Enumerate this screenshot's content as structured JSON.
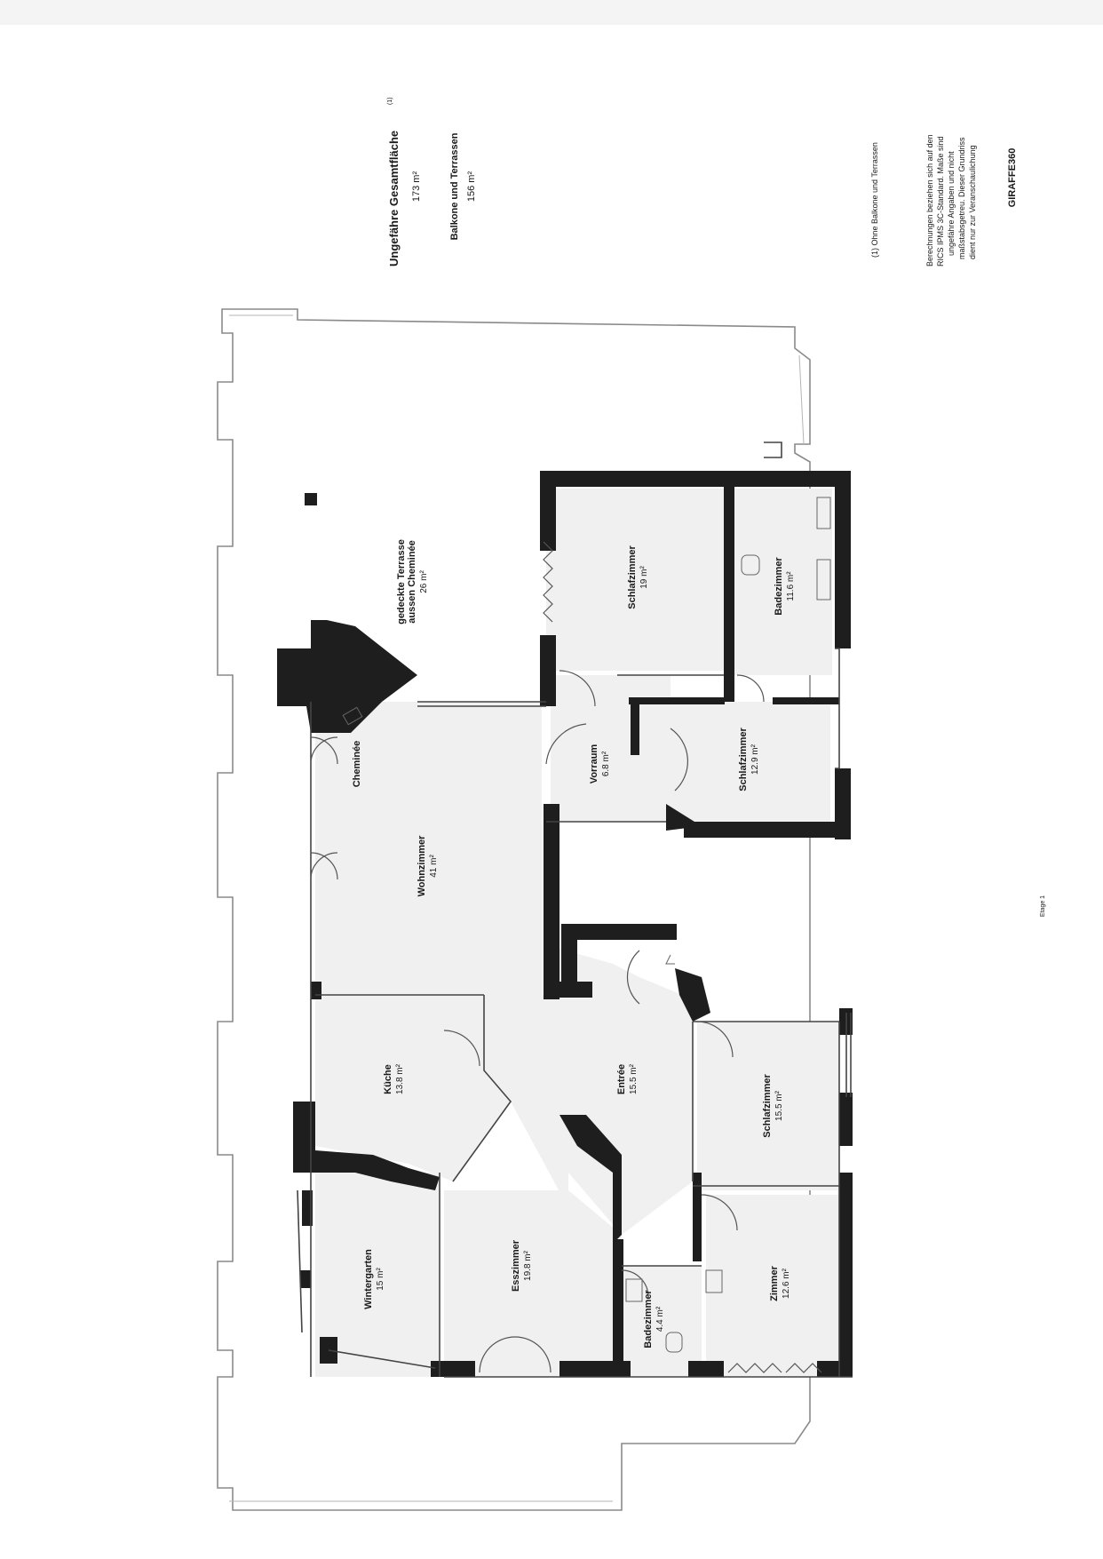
{
  "summary": {
    "total_title": "Ungefähre Gesamtfläche",
    "total_footnote_mark": "(1)",
    "total_value": "173 m²",
    "balcony_title": "Balkone und Terrassen",
    "balcony_value": "156 m²"
  },
  "footnote": "(1) Ohne Balkone und Terrassen",
  "disclaimer": {
    "line1": "Berechnungen beziehen sich auf den",
    "line2": "RICS IPMS 3C-Standard. Maße sind",
    "line3": "ungefähre Angaben und nicht",
    "line4": "maßstabsgetreu. Dieser Grundriss",
    "line5": "dient nur zur Veranschaulichung"
  },
  "brand": "GIRAFFE360",
  "page_label": "Etage 1",
  "rooms": {
    "terrasse": {
      "name1": "gedeckte Terrasse",
      "name2": "aussen Cheminée",
      "area": "26 m²"
    },
    "schlafzimmer_1": {
      "name": "Schlafzimmer",
      "area": "19 m²"
    },
    "badezimmer_1": {
      "name": "Badezimmer",
      "area": "11.6 m²"
    },
    "cheminee": {
      "name": "Cheminée"
    },
    "vorraum": {
      "name": "Vorraum",
      "area": "6.8 m²"
    },
    "schlafzimmer_2": {
      "name": "Schlafzimmer",
      "area": "12.9 m²"
    },
    "wohnzimmer": {
      "name": "Wohnzimmer",
      "area": "41 m²"
    },
    "kueche": {
      "name": "Küche",
      "area": "13.8 m²"
    },
    "entree": {
      "name": "Entrée",
      "area": "15.5 m²"
    },
    "schlafzimmer_3": {
      "name": "Schlafzimmer",
      "area": "15.5 m²"
    },
    "wintergarten": {
      "name": "Wintergarten",
      "area": "15 m²"
    },
    "esszimmer": {
      "name": "Esszimmer",
      "area": "19.8 m²"
    },
    "badezimmer_2": {
      "name": "Badezimmer",
      "area": "4.4 m²"
    },
    "zimmer": {
      "name": "Zimmer",
      "area": "12.6 m²"
    }
  }
}
